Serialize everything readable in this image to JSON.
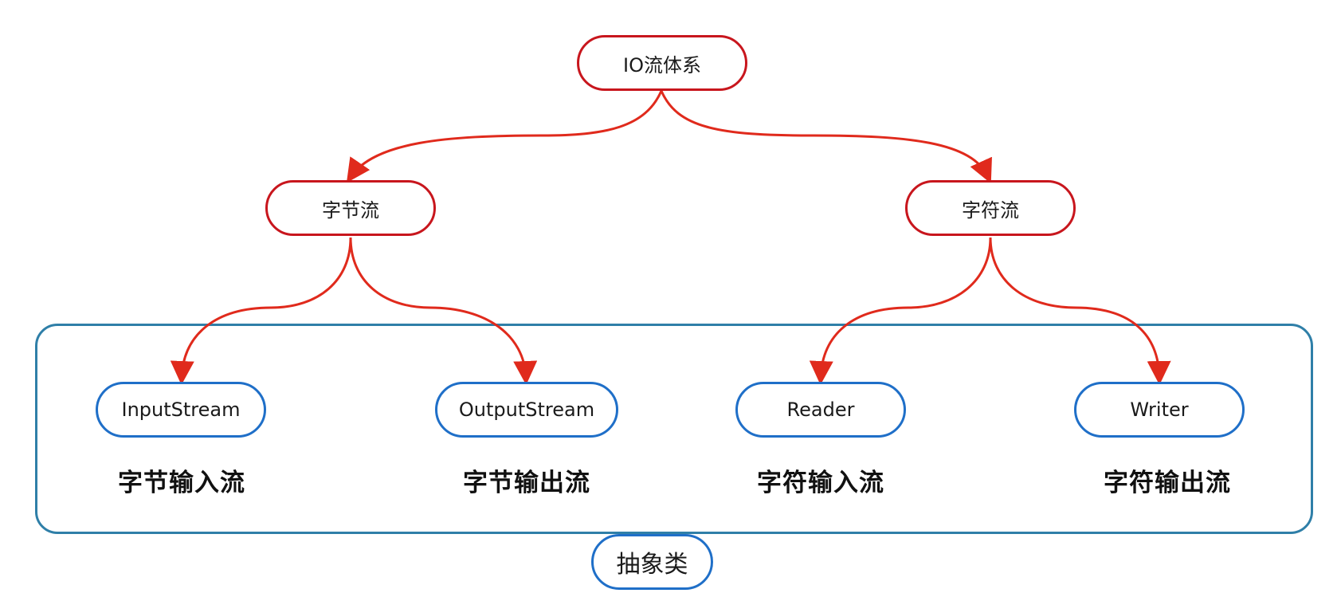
{
  "diagram": {
    "root": {
      "label": "IO流体系"
    },
    "categories": [
      {
        "label": "字节流"
      },
      {
        "label": "字符流"
      }
    ],
    "classes": [
      {
        "label": "InputStream",
        "description": "字节输入流"
      },
      {
        "label": "OutputStream",
        "description": "字节输出流"
      },
      {
        "label": "Reader",
        "description": "字符输入流"
      },
      {
        "label": "Writer",
        "description": "字符输出流"
      }
    ],
    "group_label": "抽象类"
  },
  "colors": {
    "root_border": "#c8161d",
    "connector": "#e02a1c",
    "class_border": "#1f6fc8",
    "group_border": "#2f7fa8"
  }
}
